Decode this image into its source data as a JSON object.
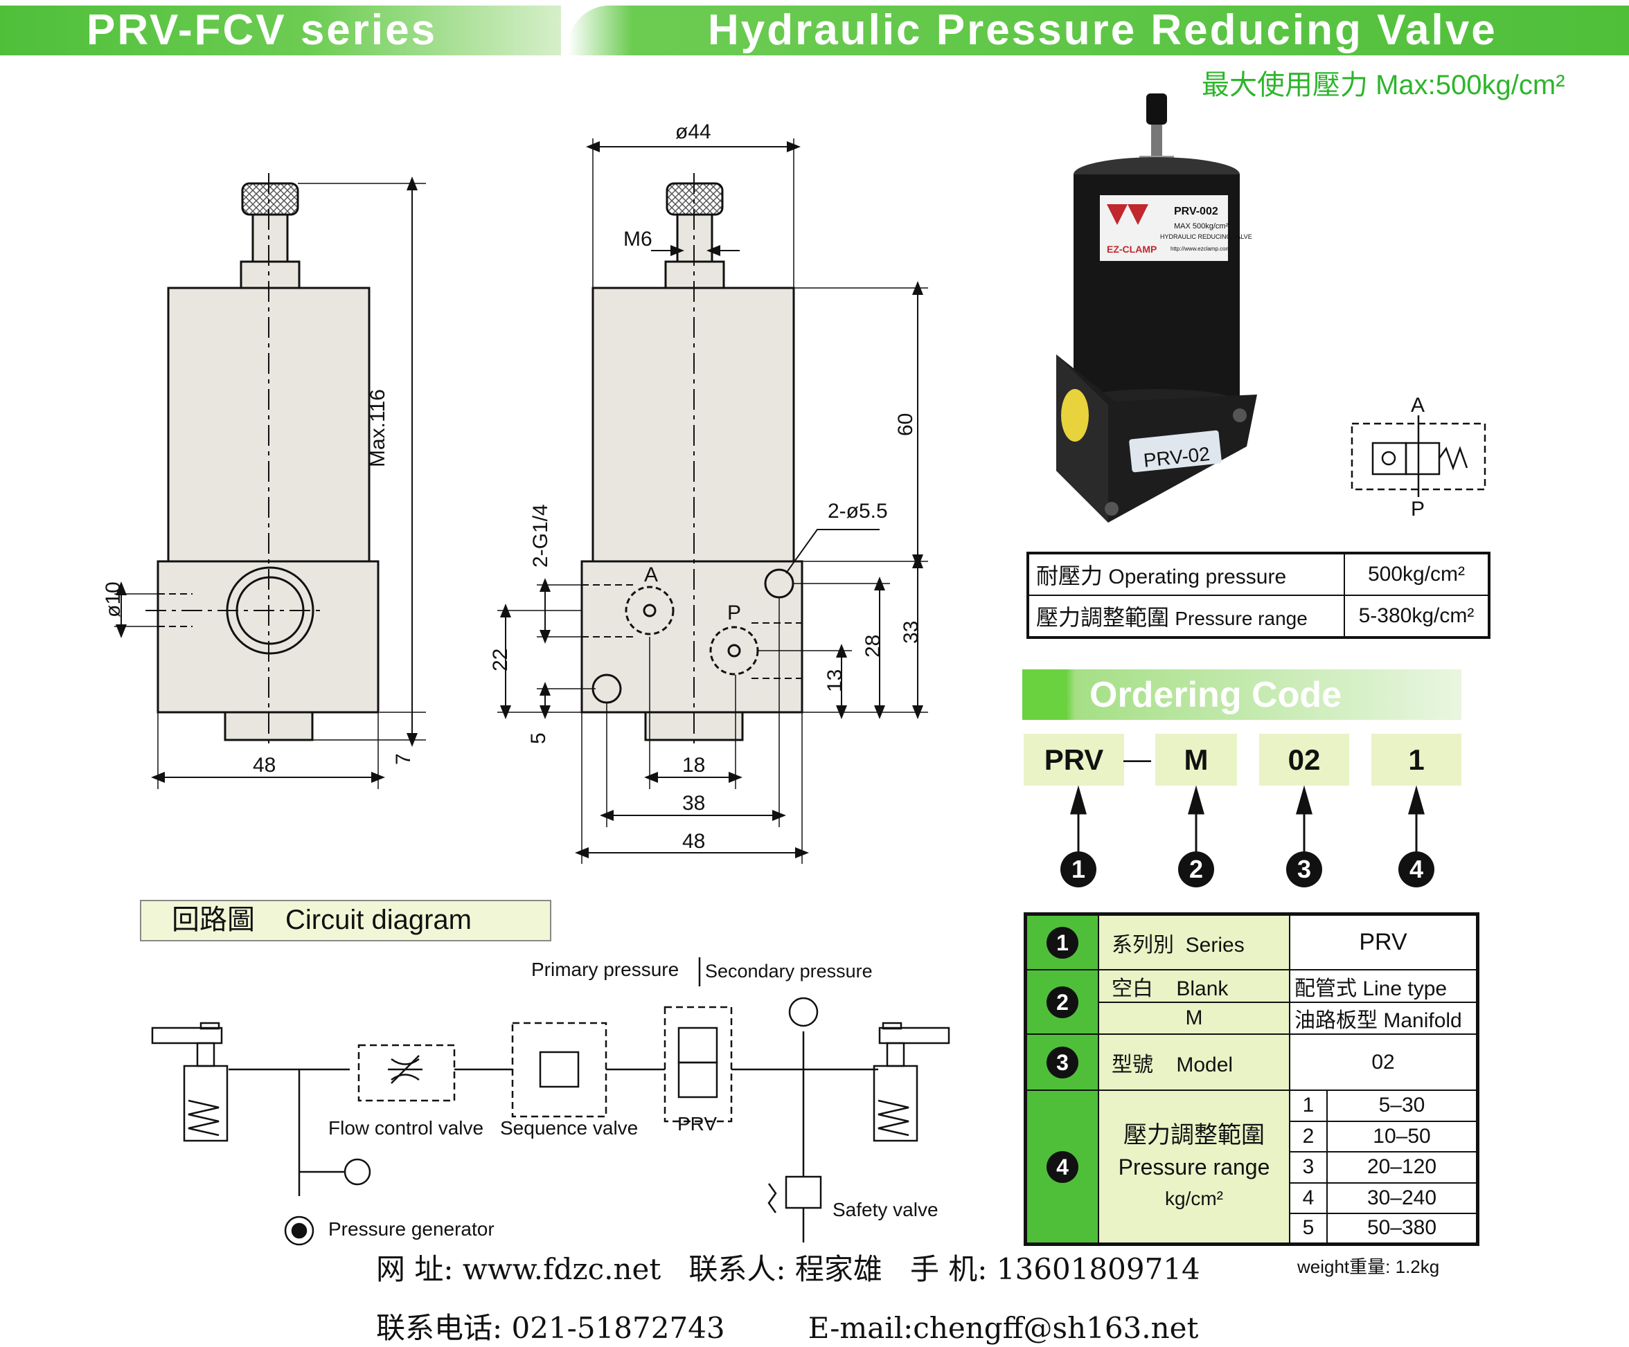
{
  "header": {
    "series": "PRV-FCV series",
    "title": "Hydraulic Pressure Reducing Valve",
    "max_pressure": "最大使用壓力 Max:500kg/cm²"
  },
  "drawing": {
    "dims_left": {
      "max_height": "Max.116",
      "port_dia": "ø10",
      "width": "48",
      "bottom": "7"
    },
    "dims_front": {
      "top_dia": "ø44",
      "thread": "M6",
      "body_height": "60",
      "holes": "2-ø5.5",
      "ports": "2-G1/4",
      "port_a": "A",
      "port_p": "P",
      "h22": "22",
      "h5": "5",
      "h13": "13",
      "h28": "28",
      "h33": "33",
      "w18": "18",
      "w38": "38",
      "w48": "48"
    }
  },
  "product": {
    "label": "PRV-02",
    "sticker_model": "PRV-002",
    "sticker_max": "MAX 500kg/cm²",
    "sticker_desc": "HYDRAULIC REDUCING VALVE",
    "sticker_url": "http://www.ezclamp.com",
    "brand": "EZ-CLAMP"
  },
  "symbol": {
    "a": "A",
    "p": "P"
  },
  "spec_table": [
    {
      "label_cn": "耐壓力",
      "label_en": "Operating pressure",
      "value": "500kg/cm²"
    },
    {
      "label_cn": "壓力調整範圍",
      "label_en": "Pressure range",
      "value": "5-380kg/cm²"
    }
  ],
  "ordering": {
    "title": "Ordering Code",
    "codes": [
      "PRV",
      "M",
      "02",
      "1"
    ],
    "dash": "—",
    "numbers": [
      "1",
      "2",
      "3",
      "4"
    ]
  },
  "order_table": {
    "series": {
      "num": "1",
      "label_cn": "系列別",
      "label_en": "Series",
      "value": "PRV"
    },
    "type": {
      "num": "2",
      "rows": [
        {
          "code_cn": "空白",
          "code_en": "Blank",
          "value": "配管式 Line type"
        },
        {
          "code": "M",
          "value": "油路板型 Manifold"
        }
      ]
    },
    "model": {
      "num": "3",
      "label_cn": "型號",
      "label_en": "Model",
      "value": "02"
    },
    "range": {
      "num": "4",
      "label_cn": "壓力調整範圍",
      "label_en": "Pressure range",
      "unit": "kg/cm²",
      "rows": [
        {
          "code": "1",
          "value": "5–30"
        },
        {
          "code": "2",
          "value": "10–50"
        },
        {
          "code": "3",
          "value": "20–120"
        },
        {
          "code": "4",
          "value": "30–240"
        },
        {
          "code": "5",
          "value": "50–380"
        }
      ]
    }
  },
  "circuit": {
    "title_cn": "回路圖",
    "title_en": "Circuit diagram",
    "primary": "Primary pressure",
    "secondary": "Secondary pressure",
    "flow": "Flow control valve",
    "sequence": "Sequence valve",
    "prv": "PRV",
    "safety": "Safety valve",
    "generator": "Pressure generator"
  },
  "footer": {
    "website": "网 址: www.fdzc.net",
    "contact": "联系人: 程家雄",
    "mobile": "手 机: 13601809714",
    "weight": "weight重量: 1.2kg",
    "phone": "联系电话: 021-51872743",
    "email": "E-mail:chengff@sh163.net"
  },
  "colors": {
    "green": "#4fbf3a",
    "light_green": "#e9f3c6",
    "body_fill": "#e8e6df"
  }
}
